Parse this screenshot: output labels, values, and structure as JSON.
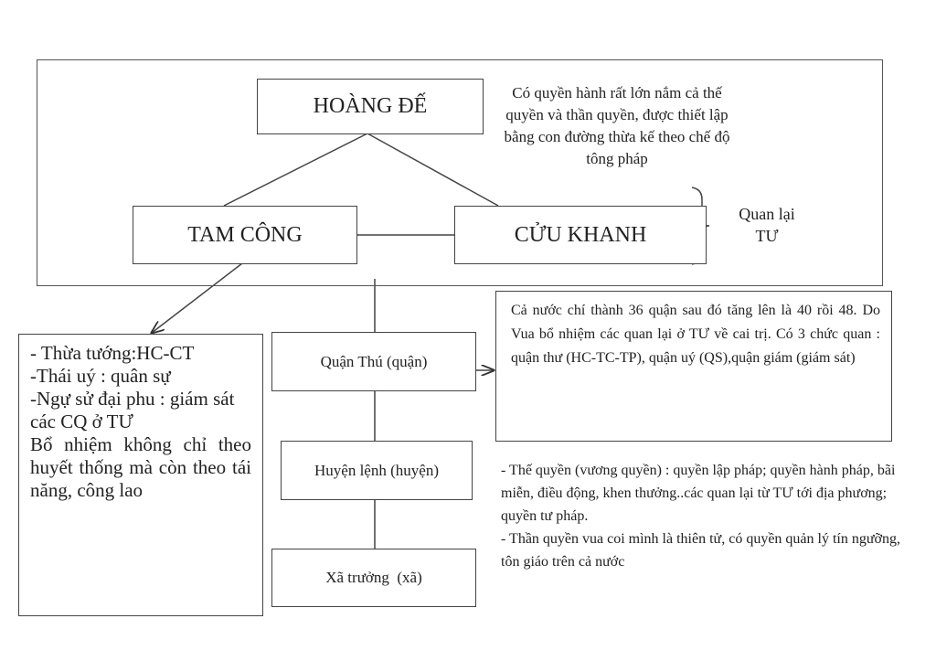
{
  "top": {
    "emperor": "HOÀNG ĐẾ",
    "emperor_desc": "Có quyền hành rất lớn nắm cả thế quyền và thần quyền, được thiết lập bằng con đường thừa kế theo chế độ tông pháp",
    "tam_cong": "TAM CÔNG",
    "cuu_khanh": "CỬU KHANH",
    "central_officials": [
      "Quan lại",
      "TƯ"
    ]
  },
  "left_box": {
    "lines": [
      "- Thừa tướng:HC-CT",
      "-Thái uý : quân sự",
      "-Ngự sử đại phu : giám sát các CQ ở TƯ"
    ],
    "note": "Bổ nhiệm không chỉ theo huyết thống mà còn theo tái năng, công lao"
  },
  "local": {
    "quan": "Quận Thú (quận)",
    "huyen": "Huyện lệnh (huyện)",
    "xa": "Xã trưởng  (xã)"
  },
  "quan_desc": "Cả nước chí thành 36 quận sau đó tăng lên là 40 rồi 48. Do Vua bổ nhiệm các quan lại ở TƯ về cai trị. Có 3 chức quan : quận thư (HC-TC-TP), quận uý (QS),quận giám (giám sát)",
  "powers": [
    "-  Thế quyền (vương quyền) : quyền lập pháp; quyền hành pháp, bãi miễn, điều động, khen thưởng..các quan lại từ TƯ tới địa phương; quyền  tư pháp.",
    "-  Thần quyền vua coi mình là thiên tử, có quyền quản lý tín ngưỡng, tôn giáo trên cả nước"
  ]
}
